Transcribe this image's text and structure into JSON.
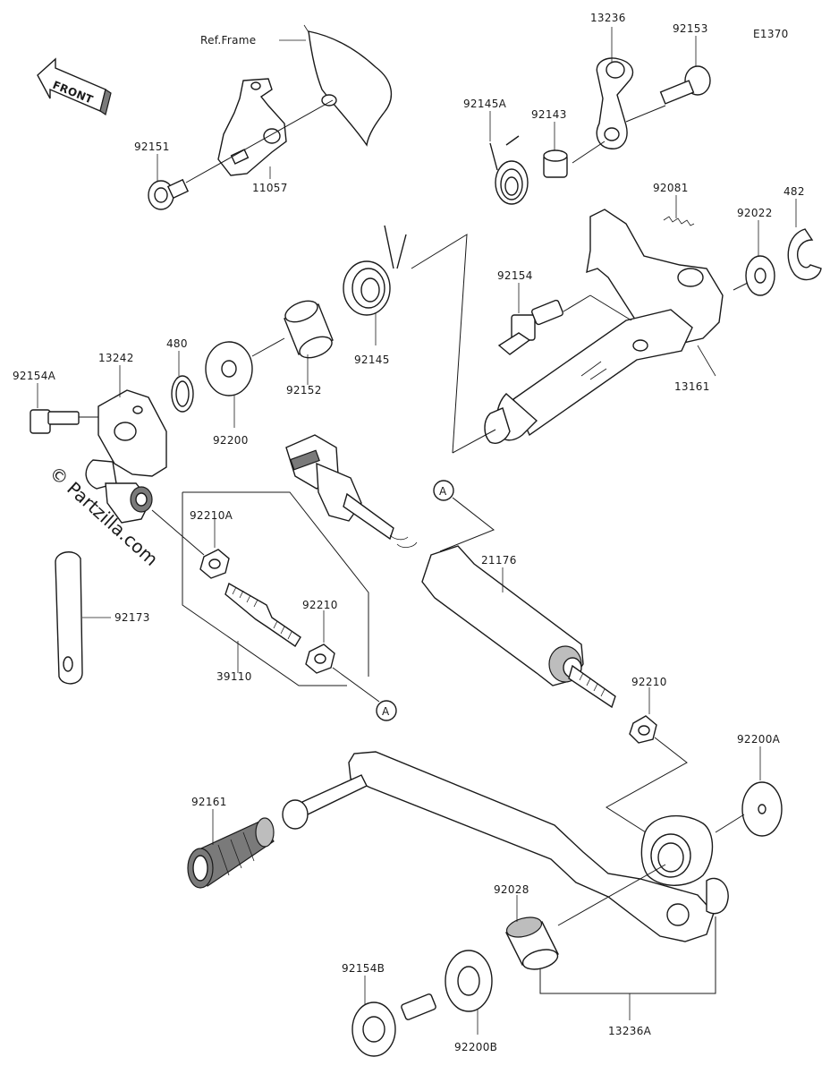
{
  "diagram_code": "E1370",
  "front_label": "FRONT",
  "ref_frame_label": "Ref.Frame",
  "watermark": "© Partzilla.com",
  "callout_a": "A",
  "labels": {
    "p13236": "13236",
    "p92153": "92153",
    "p92145A": "92145A",
    "p92143": "92143",
    "p92151": "92151",
    "p11057": "11057",
    "p92081": "92081",
    "p482": "482",
    "p92022": "92022",
    "p92154": "92154",
    "p13161": "13161",
    "p92145": "92145",
    "p92152": "92152",
    "p480": "480",
    "p13242": "13242",
    "p92154A": "92154A",
    "p92200": "92200",
    "p92210A": "92210A",
    "p92210": "92210",
    "p39110": "39110",
    "p92173": "92173",
    "p21176": "21176",
    "p92210b": "92210",
    "p92200A": "92200A",
    "p92161": "92161",
    "p92028": "92028",
    "p92154B": "92154B",
    "p92200B": "92200B",
    "p13236A": "13236A"
  }
}
